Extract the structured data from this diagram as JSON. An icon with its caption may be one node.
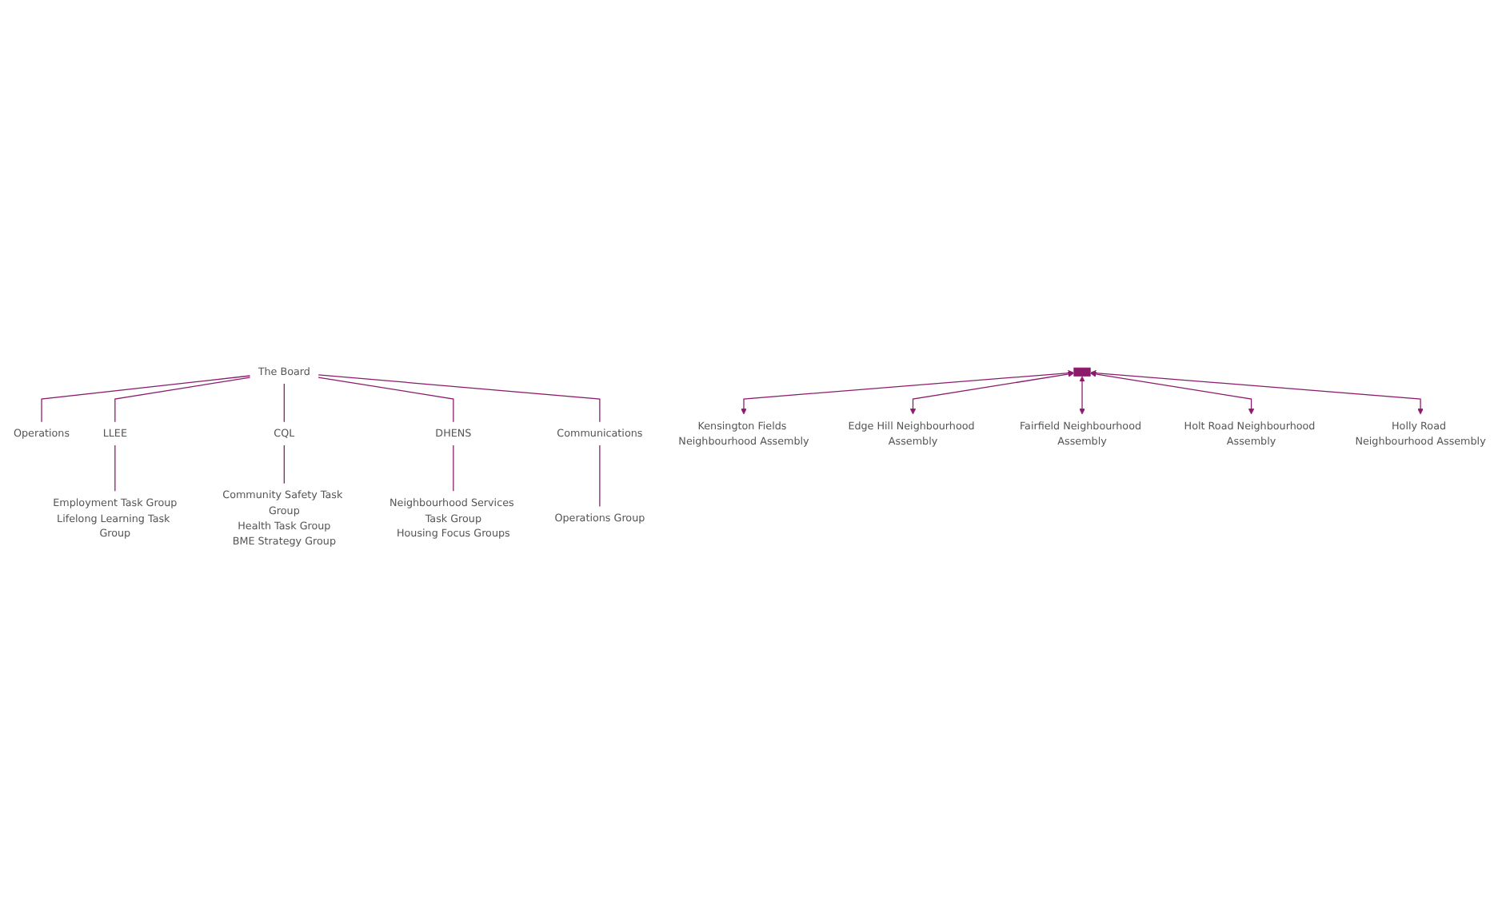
{
  "diagram": {
    "nodes": [
      {
        "text": [
          "The Board"
        ]
      },
      {
        "text": [
          "Operations"
        ]
      },
      {
        "text": [
          "LLEE"
        ]
      },
      {
        "text": [
          "CQL"
        ]
      },
      {
        "text": [
          "DHENS"
        ]
      },
      {
        "text": [
          "Communications"
        ]
      },
      {
        "text": [
          "Employment Task Group",
          "Lifelong Learning Task Group"
        ]
      },
      {
        "text": [
          "Community Safety Task Group",
          "Health Task Group",
          "BME Strategy Group"
        ]
      },
      {
        "text": [
          "Neighbourhood Services Task Group",
          "Housing Focus Groups"
        ]
      },
      {
        "text": [
          "Operations Group"
        ]
      },
      {
        "text": [],
        "shape": "bar"
      },
      {
        "text": [
          "Kensington Fields Neighbourhood Assembly"
        ]
      },
      {
        "text": [
          "Edge Hill Neighbourhood Assembly"
        ]
      },
      {
        "text": [
          "Fairfield Neighbourhood Assembly"
        ]
      },
      {
        "text": [
          "Holt Road Neighbourhood Assembly"
        ]
      },
      {
        "text": [
          "Holly Road Neighbourhood Assembly"
        ]
      }
    ],
    "edges": [
      {
        "from": 0,
        "to": 1,
        "arrow": "none"
      },
      {
        "from": 0,
        "to": 2,
        "arrow": "none"
      },
      {
        "from": 0,
        "to": 3,
        "arrow": "none"
      },
      {
        "from": 0,
        "to": 4,
        "arrow": "none"
      },
      {
        "from": 0,
        "to": 5,
        "arrow": "none"
      },
      {
        "from": 2,
        "to": 6,
        "arrow": "none"
      },
      {
        "from": 3,
        "to": 7,
        "arrow": "none"
      },
      {
        "from": 4,
        "to": 8,
        "arrow": "none"
      },
      {
        "from": 5,
        "to": 9,
        "arrow": "none"
      },
      {
        "from": 10,
        "to": 11,
        "arrow": "both"
      },
      {
        "from": 10,
        "to": 12,
        "arrow": "both"
      },
      {
        "from": 10,
        "to": 13,
        "arrow": "both"
      },
      {
        "from": 10,
        "to": 14,
        "arrow": "both"
      },
      {
        "from": 10,
        "to": 15,
        "arrow": "both"
      }
    ]
  }
}
